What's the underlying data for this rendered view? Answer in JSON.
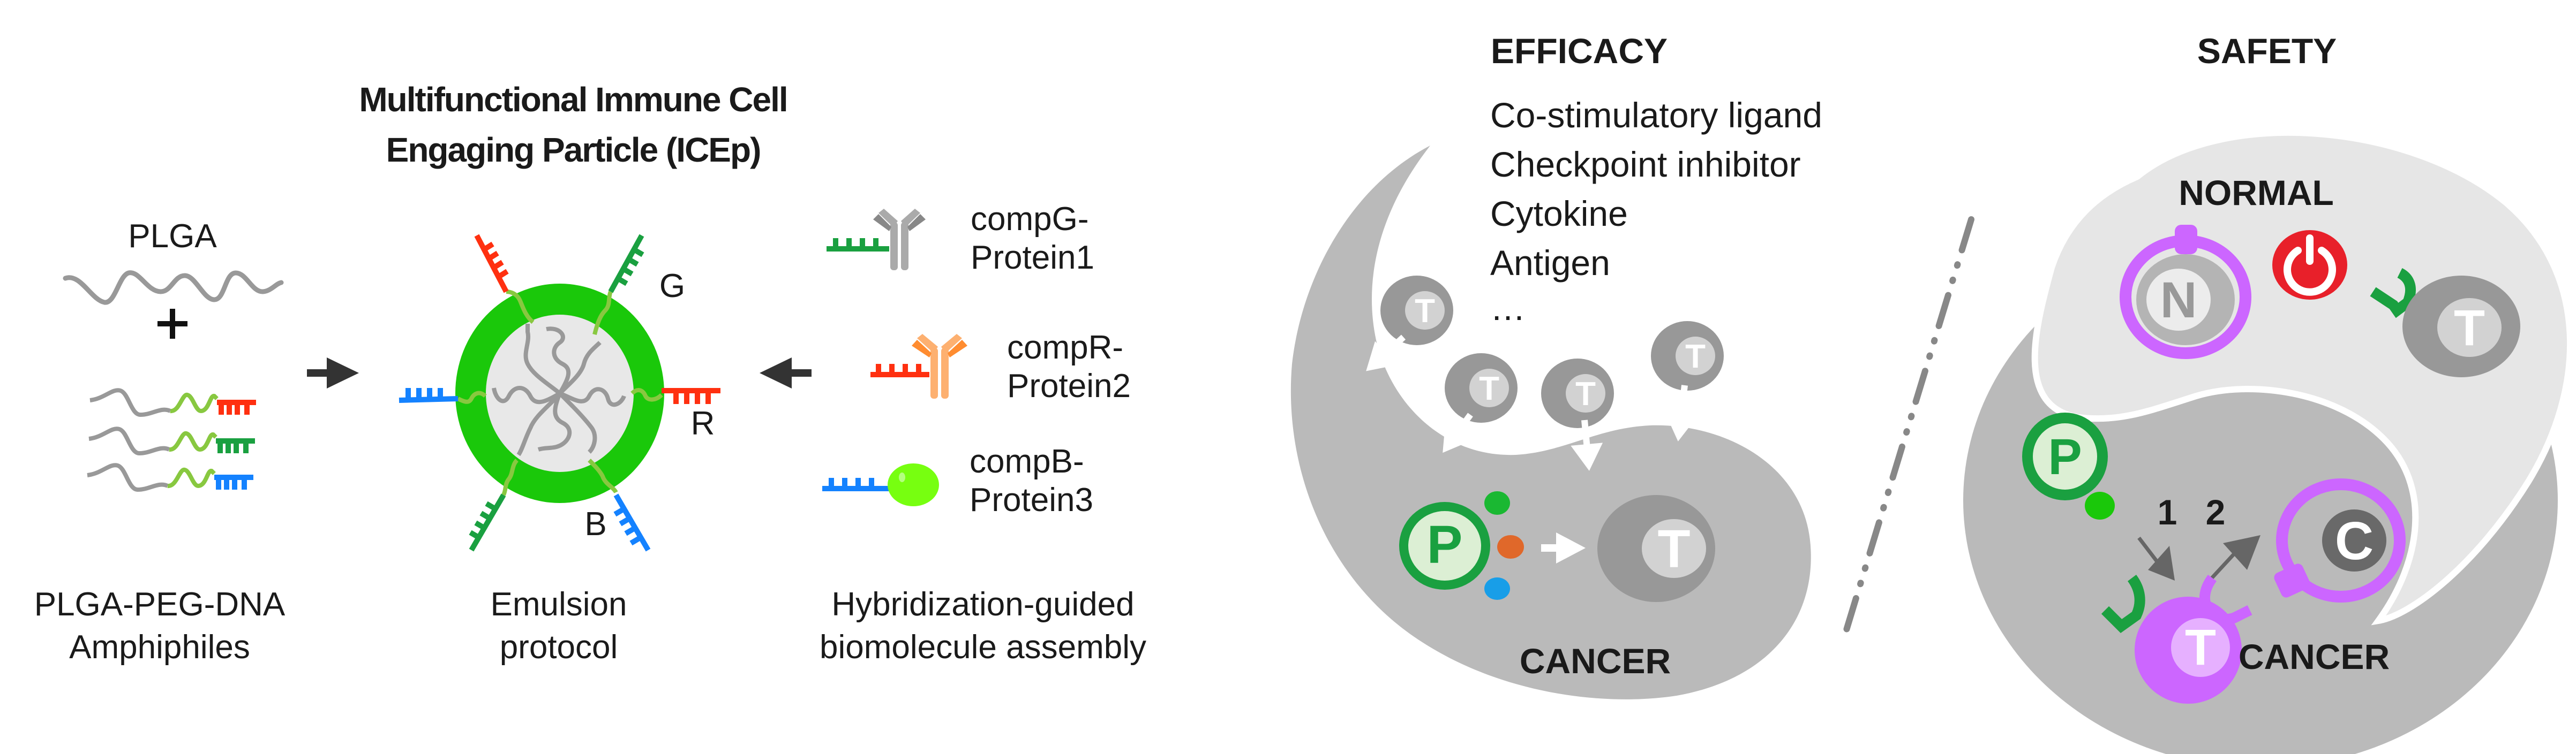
{
  "title": {
    "line1": "Multifunctional Immune Cell",
    "line2": "Engaging Particle (ICEp)"
  },
  "left_panel": {
    "plga_label": "PLGA",
    "plus_sign": "+",
    "amphiphiles_caption": [
      "PLGA-PEG-DNA",
      "Amphiphiles"
    ],
    "emulsion_caption": [
      "Emulsion",
      "protocol"
    ],
    "assembly_caption": [
      "Hybridization-guided",
      "biomolecule assembly"
    ],
    "particle_labels": {
      "g": "G",
      "r": "R",
      "b": "B"
    },
    "components": [
      {
        "line1": "compG-",
        "line2": "Protein1",
        "dna_color": "#1aa040",
        "protein": "antibody-gray"
      },
      {
        "line1": "compR-",
        "line2": "Protein2",
        "dna_color": "#ff3010",
        "protein": "antibody-orange"
      },
      {
        "line1": "compB-",
        "line2": "Protein3",
        "dna_color": "#1482ff",
        "protein": "globular-green"
      }
    ],
    "strand_colors": [
      "#ff3010",
      "#1aa040",
      "#1482ff"
    ]
  },
  "efficacy": {
    "heading": "EFFICACY",
    "cargo_list": [
      "Co-stimulatory ligand",
      "Checkpoint inhibitor",
      "Cytokine",
      "Antigen",
      "…"
    ],
    "t_cell_letter": "T",
    "particle_letter": "P",
    "region_label": "CANCER"
  },
  "safety": {
    "heading": "SAFETY",
    "normal_label": "NORMAL",
    "cancer_label": "CANCER",
    "normal_cell_letter": "N",
    "cancer_cell_letter": "C",
    "t_cell_letter": "T",
    "particle_letter": "P",
    "step_labels": [
      "1",
      "2"
    ]
  },
  "colors": {
    "particle_shell": "#1ac80a",
    "particle_core": "#e8e8e8",
    "peg_linker": "#88c840",
    "plga_strand": "#999999",
    "arrow": "#333333",
    "tissue_dark": "#bababa",
    "tissue_light": "#e6e6e6",
    "t_cell_outer": "#999999",
    "t_cell_inner": "#d2d2d2",
    "particle_ring": "#1aa040",
    "particle_fill": "#dcefd4",
    "purple": "#cc66ff",
    "purple_light": "#e6b0ff",
    "power_red": "#e8202a"
  }
}
